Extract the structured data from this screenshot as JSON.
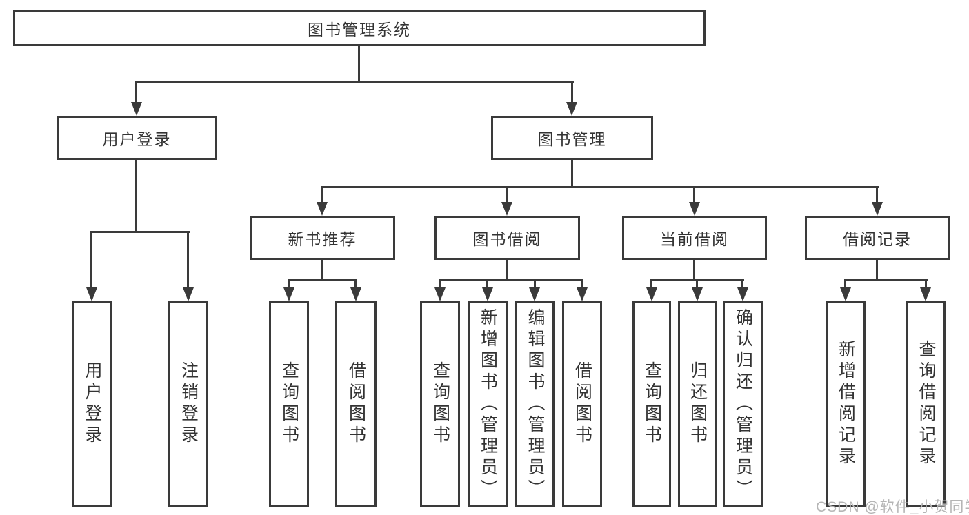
{
  "tree": {
    "root": "图书管理系统",
    "branches": [
      {
        "label": "用户登录",
        "children": [
          "用户登录",
          "注销登录"
        ]
      },
      {
        "label": "图书管理",
        "children": [
          {
            "label": "新书推荐",
            "children": [
              "查询图书",
              "借阅图书"
            ]
          },
          {
            "label": "图书借阅",
            "children": [
              "查询图书",
              "新增图书（管理员）",
              "编辑图书（管理员）",
              "借阅图书"
            ]
          },
          {
            "label": "当前借阅",
            "children": [
              "查询图书",
              "归还图书",
              "确认归还（管理员）"
            ]
          },
          {
            "label": "借阅记录",
            "children": [
              "新增借阅记录",
              "查询借阅记录"
            ]
          }
        ]
      }
    ]
  },
  "watermark": {
    "text": "CSDN @软件_小贺同学"
  },
  "colors": {
    "line": "#3a3a3a",
    "text": "#333333",
    "background": "#ffffff",
    "watermark": "#b5b5b5"
  }
}
